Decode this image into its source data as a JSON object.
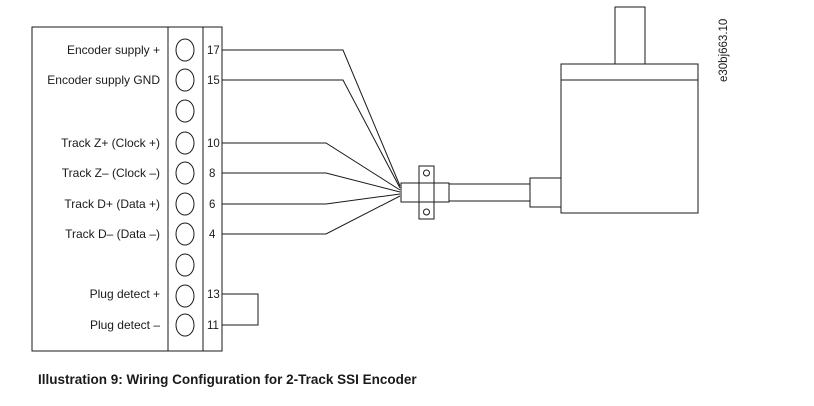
{
  "terminals": [
    {
      "label": "Encoder supply +",
      "number": "17"
    },
    {
      "label": "Encoder supply GND",
      "number": "15"
    },
    {
      "label": "",
      "number": ""
    },
    {
      "label": "Track Z+ (Clock +)",
      "number": "10"
    },
    {
      "label": "Track Z– (Clock –)",
      "number": "8"
    },
    {
      "label": "Track D+ (Data +)",
      "number": "6"
    },
    {
      "label": "Track D– (Data –)",
      "number": "4"
    },
    {
      "label": "",
      "number": ""
    },
    {
      "label": "Plug detect +",
      "number": "13"
    },
    {
      "label": "Plug detect –",
      "number": "11"
    }
  ],
  "figure_code": "e30bj663.10",
  "caption": "Illustration 9: Wiring Configuration for 2-Track SSI Encoder"
}
